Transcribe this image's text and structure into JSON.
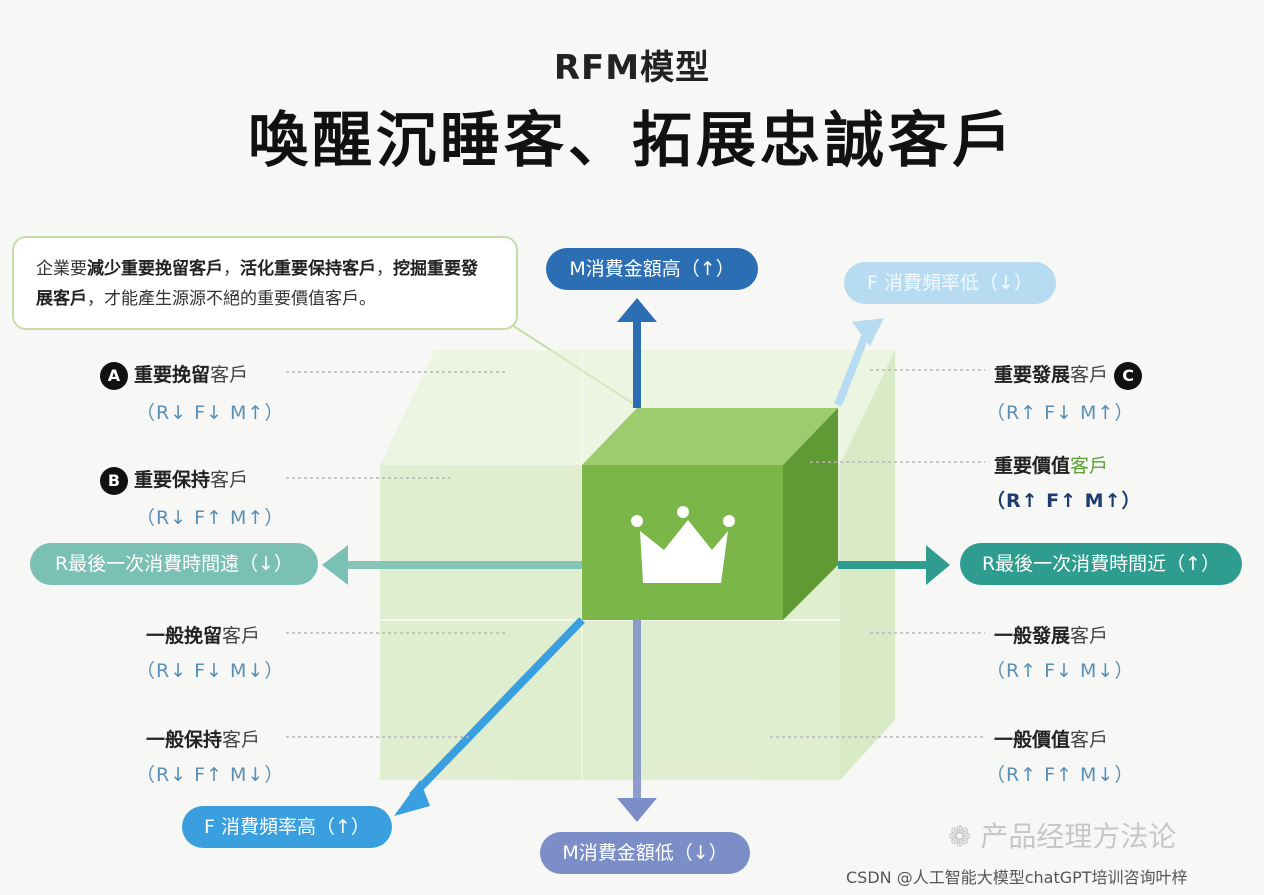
{
  "header": {
    "title_small": "RFM模型",
    "title_big": "喚醒沉睡客、拓展忠誠客戶"
  },
  "callout": {
    "text_1": "企業要",
    "bold_1": "減少重要挽留客戶",
    "text_2": "，",
    "bold_2": "活化重要保持客戶",
    "text_3": "，",
    "bold_3": "挖掘重要發展客戶",
    "text_4": "，才能產生源源不絕的重要價值客戶。"
  },
  "axes": {
    "m_high": "M消費金額高（↑）",
    "m_low": "M消費金額低（↓）",
    "f_low": "F 消費頻率低（↓）",
    "f_high": "F 消費頻率高（↑）",
    "r_far": "R最後一次消費時間遠（↓）",
    "r_near": "R最後一次消費時間近（↑）"
  },
  "segments": {
    "a": {
      "badge": "A",
      "bold": "重要挽留",
      "suffix": "客戶",
      "code": "（R↓ F↓ M↑）"
    },
    "b": {
      "badge": "B",
      "bold": "重要保持",
      "suffix": "客戶",
      "code": "（R↓ F↑ M↑）"
    },
    "c": {
      "badge": "C",
      "bold": "重要發展",
      "suffix": "客戶",
      "code": "（R↑ F↓ M↑）"
    },
    "value": {
      "bold": "重要價值",
      "suffix": "客戶",
      "code": "（R↑ F↑ M↑）"
    },
    "general_retain": {
      "bold": "一般挽留",
      "suffix": "客戶",
      "code": "（R↓ F↓ M↓）"
    },
    "general_keep": {
      "bold": "一般保持",
      "suffix": "客戶",
      "code": "（R↓ F↑ M↓）"
    },
    "general_develop": {
      "bold": "一般發展",
      "suffix": "客戶",
      "code": "（R↑ F↓ M↓）"
    },
    "general_value": {
      "bold": "一般價值",
      "suffix": "客戶",
      "code": "（R↑ F↑ M↓）"
    }
  },
  "watermark": {
    "brand": "产品经理方法论",
    "credit": "CSDN @人工智能大模型chatGPT培训咨询叶梓"
  },
  "colors": {
    "cube_green": "#7ab648",
    "m_axis": "#2c6eb4",
    "f_axis": "#3a9fde",
    "r_axis": "#2e9c8e"
  }
}
